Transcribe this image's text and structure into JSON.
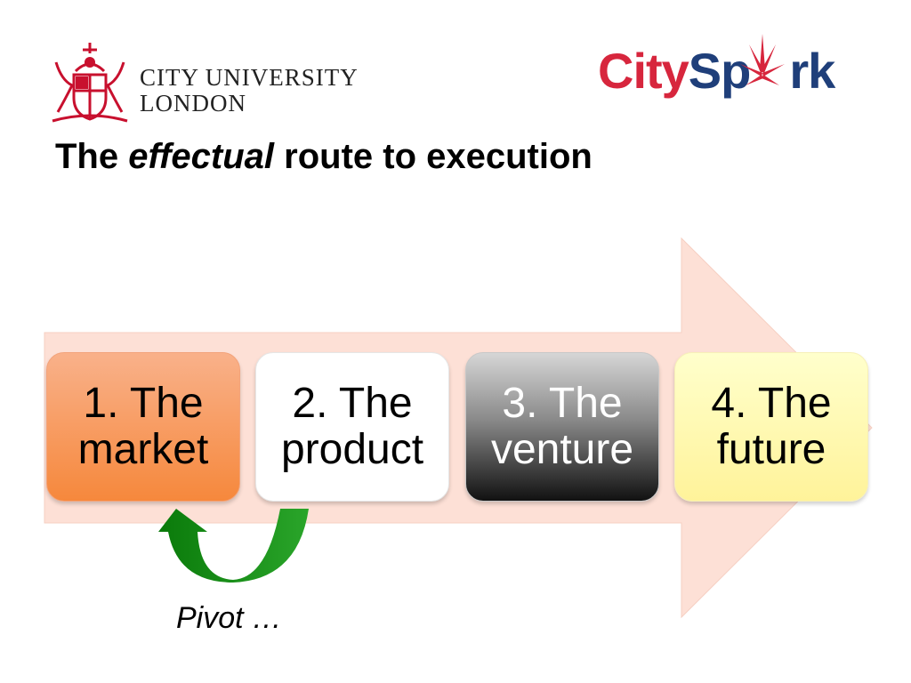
{
  "logos": {
    "university": {
      "line1": "CITY UNIVERSITY",
      "line2": "LONDON",
      "crest_icon": "city-university-crest",
      "color": "#c8102e"
    },
    "cityspark": {
      "part1": "CitySp",
      "part2": "rk",
      "burst_icon": "spark-burst",
      "colors": {
        "city": "#d7263d",
        "spark": "#1f3f7a"
      }
    }
  },
  "title": {
    "prefix": "The ",
    "emphasis": "effectual",
    "suffix": " route to execution"
  },
  "steps": [
    {
      "line1": "1. The",
      "line2": "market"
    },
    {
      "line1": "2. The",
      "line2": "product"
    },
    {
      "line1": "3. The",
      "line2": "venture"
    },
    {
      "line1": "4. The",
      "line2": "future"
    }
  ],
  "pivot": {
    "label": "Pivot …",
    "arrow_icon": "u-turn-arrow",
    "color": "#0a7a0a"
  },
  "colors": {
    "big_arrow": "#fde0d6",
    "step1": "#f6883c",
    "step3": "#111111",
    "step4": "#fff39a"
  }
}
